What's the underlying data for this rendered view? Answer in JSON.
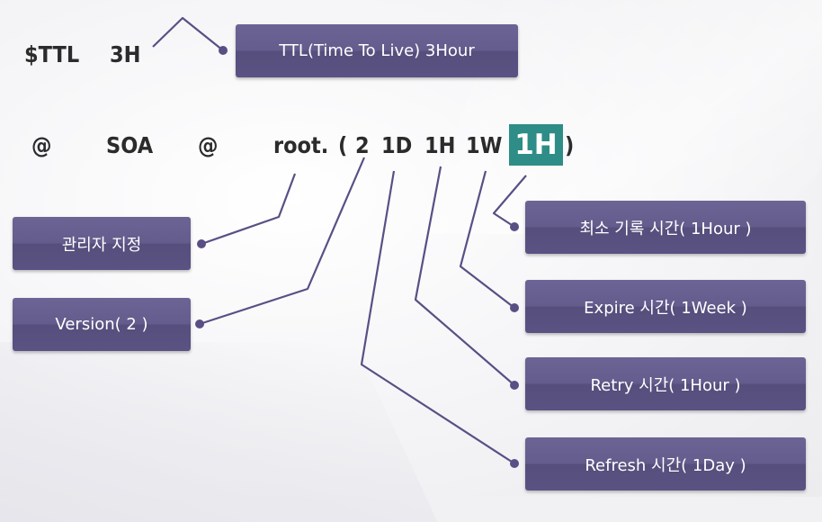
{
  "code": {
    "line1": {
      "directive": "$TTL",
      "value": "3H"
    },
    "line2": {
      "at1": "@",
      "soa": "SOA",
      "at2": "@",
      "email": "root.",
      "open_paren": "(",
      "serial": "2",
      "refresh": "1D",
      "retry": "1H",
      "expire": "1W",
      "minimum": "1H",
      "close_paren": ")"
    }
  },
  "labels": {
    "ttl": "TTL(Time To Live) 3Hour",
    "admin": "관리자 지정",
    "version": "Version( 2 )",
    "minimum": "최소 기록 시간( 1Hour )",
    "expire": "Expire 시간( 1Week )",
    "retry": "Retry 시간( 1Hour )",
    "refresh": "Refresh 시간( 1Day )"
  },
  "colors": {
    "label_box": "#645c8c",
    "highlight": "#2e8d87",
    "connector": "#5a4f84",
    "code_text": "#2b2b2b"
  }
}
